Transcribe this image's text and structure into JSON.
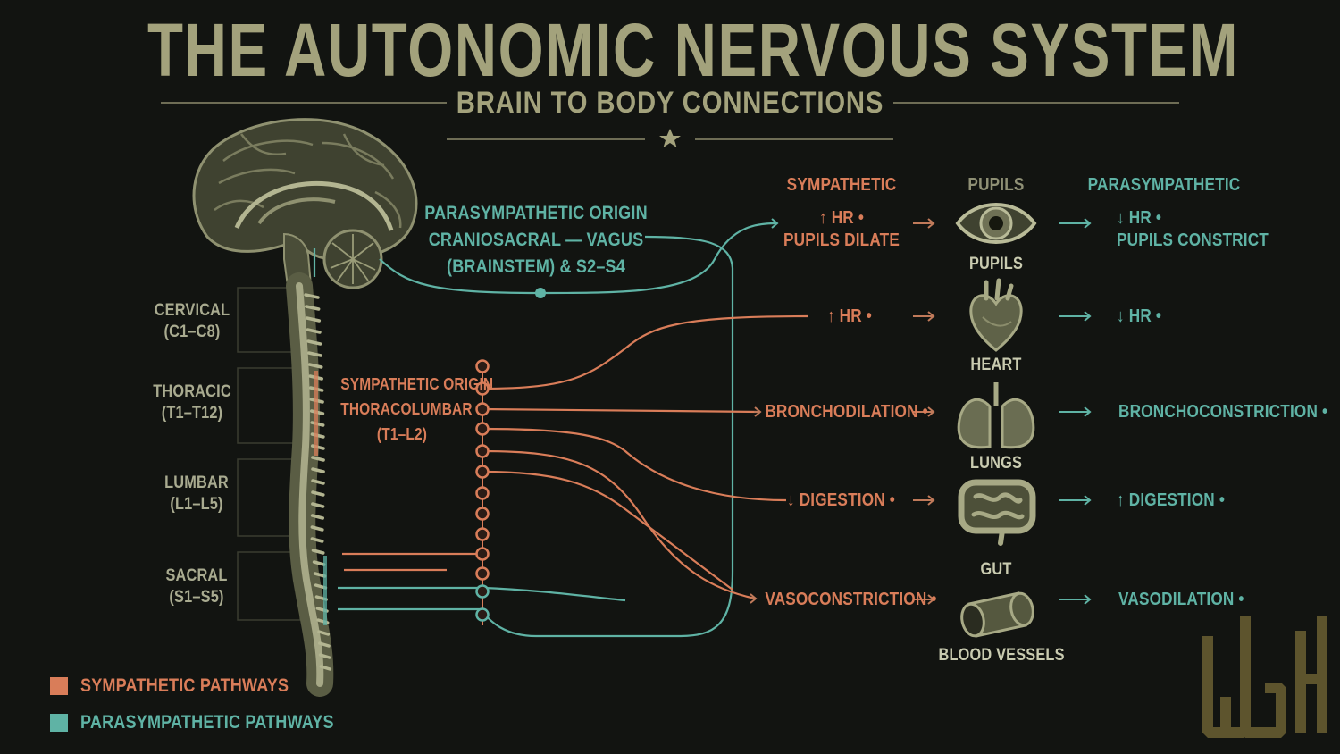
{
  "title": "THE AUTONOMIC NERVOUS SYSTEM",
  "subtitle": "BRAIN TO BODY CONNECTIONS",
  "colors": {
    "sympathetic": "#d97d59",
    "parasympathetic": "#5fb3a5",
    "olive": "#a3a27c",
    "background": "#121411"
  },
  "origins": {
    "parasympathetic": [
      "PARASYMPATHETIC ORIGIN",
      "CRANIOSACRAL — VAGUS",
      "(BRAINSTEM) & S2–S4"
    ],
    "sympathetic": [
      "SYMPATHETIC ORIGIN",
      "THORACOLUMBAR",
      "(T1–L2)"
    ]
  },
  "segments": [
    {
      "name": "CERVICAL",
      "range": "(C1–C8)"
    },
    {
      "name": "THORACIC",
      "range": "(T1–T12)"
    },
    {
      "name": "LUMBAR",
      "range": "(L1–L5)"
    },
    {
      "name": "SACRAL",
      "range": "(S1–S5)"
    }
  ],
  "column_headers": {
    "sympathetic": "SYMPATHETIC",
    "organ": "PUPILS",
    "parasympathetic": "PARASYMPATHETIC"
  },
  "organs": [
    {
      "label": "PUPILS",
      "icon": "eye-icon",
      "sympathetic": [
        "↑ HR •",
        "PUPILS DILATE"
      ],
      "parasympathetic": [
        "↓ HR •",
        "PUPILS CONSTRICT"
      ]
    },
    {
      "label": "HEART",
      "icon": "heart-icon",
      "sympathetic": [
        "↑ HR •"
      ],
      "parasympathetic": [
        "↓ HR •"
      ]
    },
    {
      "label": "LUNGS",
      "icon": "lungs-icon",
      "sympathetic": [
        "BRONCHODILATION •"
      ],
      "parasympathetic": [
        "BRONCHOCONSTRICTION •"
      ]
    },
    {
      "label": "GUT",
      "icon": "gut-icon",
      "sympathetic": [
        "↓ DIGESTION •"
      ],
      "parasympathetic": [
        "↑ DIGESTION •"
      ]
    },
    {
      "label": "BLOOD VESSELS",
      "icon": "blood-vessel-icon",
      "sympathetic": [
        "VASOCONSTRICTION •"
      ],
      "parasympathetic": [
        "VASODILATION •"
      ]
    }
  ],
  "legend": [
    {
      "label": "SYMPATHETIC PATHWAYS",
      "color": "#d97d59"
    },
    {
      "label": "PARASYMPATHETIC PATHWAYS",
      "color": "#5fb3a5"
    }
  ],
  "logo": "WGH"
}
